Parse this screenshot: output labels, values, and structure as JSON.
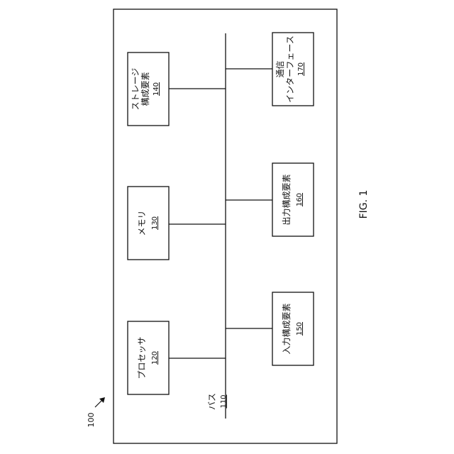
{
  "figure": {
    "caption": "FIG. 1",
    "system_ref": "100",
    "bus": {
      "label": "バス",
      "ref": "110"
    },
    "components": [
      {
        "id": "processor",
        "lines": [
          "プロセッサ"
        ],
        "ref": "120"
      },
      {
        "id": "memory",
        "lines": [
          "メモリ"
        ],
        "ref": "130"
      },
      {
        "id": "storage",
        "lines": [
          "ストレージ",
          "構成要素"
        ],
        "ref": "140"
      },
      {
        "id": "input",
        "lines": [
          "入力構成要素"
        ],
        "ref": "150"
      },
      {
        "id": "output",
        "lines": [
          "出力構成要素"
        ],
        "ref": "160"
      },
      {
        "id": "comm",
        "lines": [
          "通信",
          "インターフェース"
        ],
        "ref": "170"
      }
    ]
  },
  "colors": {
    "stroke": "#111111",
    "background": "#ffffff"
  }
}
